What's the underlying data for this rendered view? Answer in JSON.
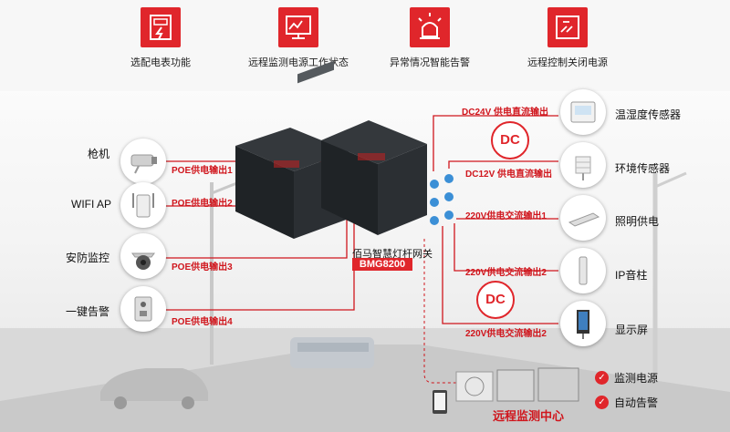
{
  "features": [
    {
      "icon": "meter-icon",
      "label": "选配电表功能"
    },
    {
      "icon": "monitor-power-icon",
      "label": "远程监测电源工作状态"
    },
    {
      "icon": "alarm-light-icon",
      "label": "异常情况智能告警"
    },
    {
      "icon": "remote-control-icon",
      "label": "远程控制关闭电源"
    }
  ],
  "left_devices": [
    {
      "icon": "camera-icon",
      "label": "枪机",
      "line": "POE供电输出1"
    },
    {
      "icon": "wifi-ap-icon",
      "label": "WIFI AP",
      "line": "POE供电输出2"
    },
    {
      "icon": "dome-camera-icon",
      "label": "安防监控",
      "line": "POE供电输出3"
    },
    {
      "icon": "intercom-icon",
      "label": "一键告警",
      "line": "POE供电输出4"
    }
  ],
  "right_devices": [
    {
      "icon": "thermometer-panel-icon",
      "label": "温湿度传感器",
      "line": "DC24V 供电直流输出"
    },
    {
      "icon": "weather-sensor-icon",
      "label": "环境传感器",
      "line": "DC12V 供电直流输出"
    },
    {
      "icon": "floodlight-icon",
      "label": "照明供电",
      "line": "220V供电交流输出1"
    },
    {
      "icon": "ip-speaker-icon",
      "label": "IP音柱",
      "line": "220V供电交流输出2"
    },
    {
      "icon": "display-screen-icon",
      "label": "显示屏",
      "line": "220V供电交流输出2"
    }
  ],
  "dc_badges": [
    "DC",
    "DC"
  ],
  "gateway": {
    "title": "佰马智慧灯杆网关",
    "model": "BMG8200"
  },
  "monitoring_center": "远程监测中心",
  "checks": [
    "监测电源",
    "自动告警"
  ],
  "colors": {
    "accent": "#e0262b",
    "line": "#d0161d",
    "device": "#1f2326"
  }
}
